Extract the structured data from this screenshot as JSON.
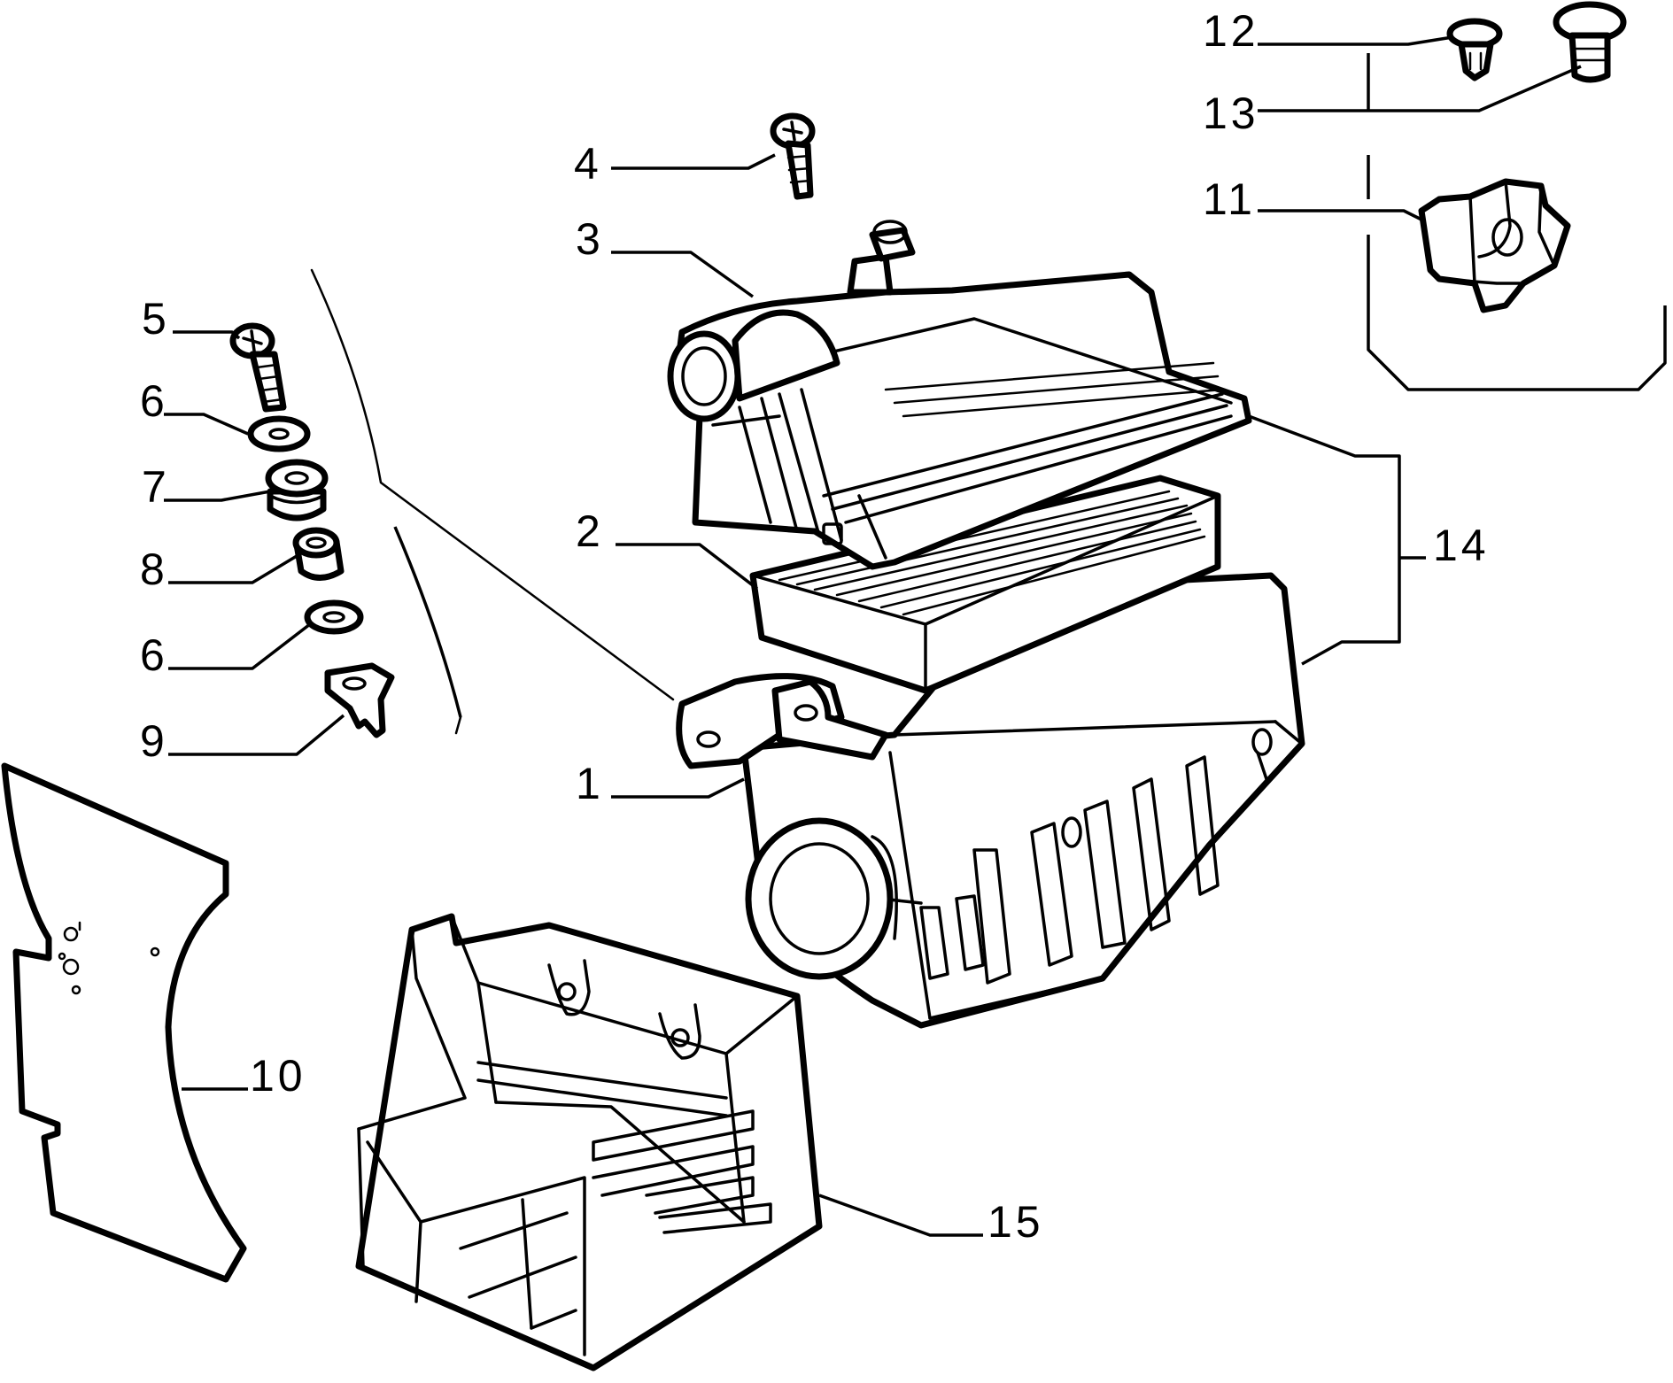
{
  "diagram": {
    "callouts": [
      {
        "id": "1",
        "text": "1"
      },
      {
        "id": "2",
        "text": "2"
      },
      {
        "id": "3",
        "text": "3"
      },
      {
        "id": "4",
        "text": "4"
      },
      {
        "id": "5",
        "text": "5"
      },
      {
        "id": "6a",
        "text": "6"
      },
      {
        "id": "7",
        "text": "7"
      },
      {
        "id": "8",
        "text": "8"
      },
      {
        "id": "6b",
        "text": "6"
      },
      {
        "id": "9",
        "text": "9"
      },
      {
        "id": "10",
        "text": "10"
      },
      {
        "id": "11",
        "text": "11"
      },
      {
        "id": "12",
        "text": "12"
      },
      {
        "id": "13",
        "text": "13"
      },
      {
        "id": "14",
        "text": "14"
      },
      {
        "id": "15",
        "text": "15"
      }
    ],
    "parts": [
      {
        "id": "1",
        "name": "air-filter-housing-lower"
      },
      {
        "id": "2",
        "name": "filter-element"
      },
      {
        "id": "3",
        "name": "air-filter-cover"
      },
      {
        "id": "4",
        "name": "screw"
      },
      {
        "id": "5",
        "name": "screw"
      },
      {
        "id": "6",
        "name": "washer"
      },
      {
        "id": "7",
        "name": "rubber-grommet"
      },
      {
        "id": "8",
        "name": "spacer-bushing"
      },
      {
        "id": "9",
        "name": "clip-nut"
      },
      {
        "id": "10",
        "name": "heat-shield-panel"
      },
      {
        "id": "11",
        "name": "pipe-clamp"
      },
      {
        "id": "12",
        "name": "push-rivet"
      },
      {
        "id": "13",
        "name": "screw"
      },
      {
        "id": "14",
        "name": "air-filter-assembly"
      },
      {
        "id": "15",
        "name": "air-intake-duct"
      }
    ],
    "colors": {
      "line": "#000000",
      "background": "#ffffff"
    }
  }
}
